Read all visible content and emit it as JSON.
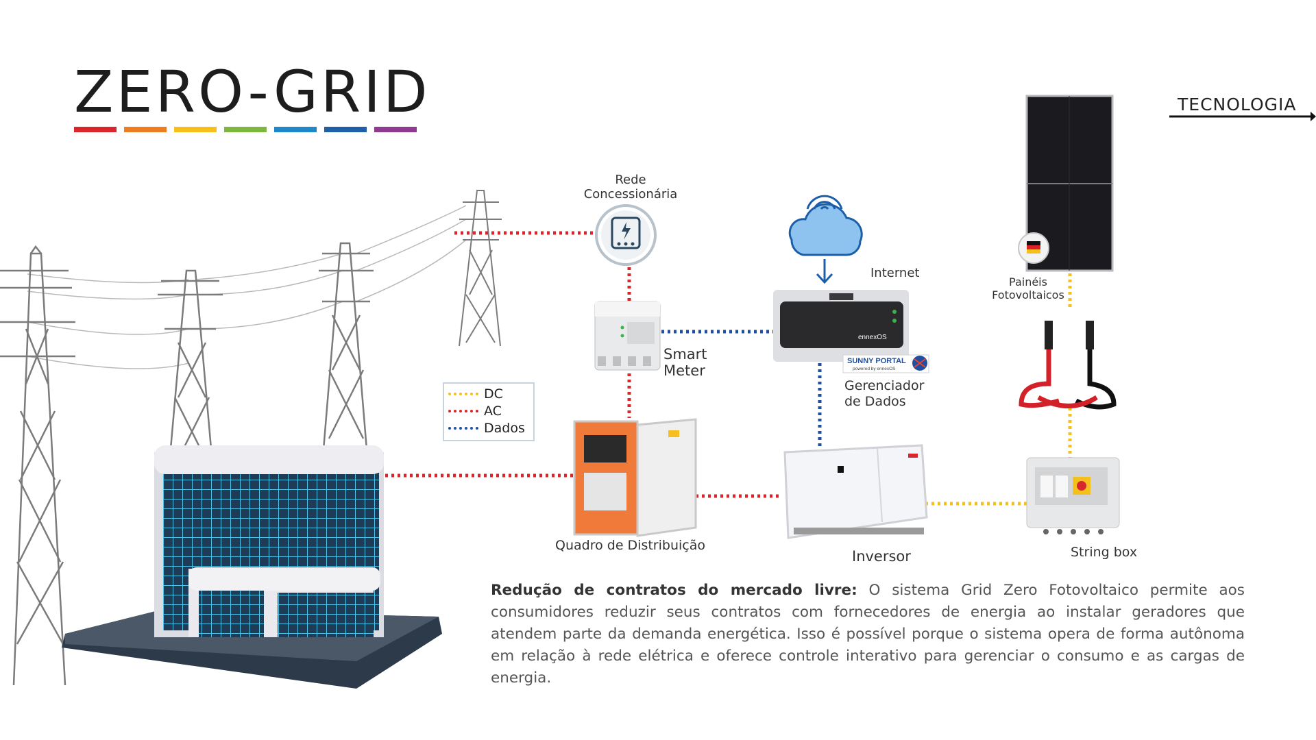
{
  "header": {
    "title": "ZERO-GRID",
    "bar_colors": [
      "#d9262c",
      "#ec7d22",
      "#f5c01e",
      "#7cb73f",
      "#1e88c9",
      "#1f5fa8",
      "#8e3b8f"
    ],
    "section_label": "TECNOLOGIA"
  },
  "components": {
    "rede": "Rede\nConcessionária",
    "smart_meter": "Smart\nMeter",
    "internet": "Internet",
    "gerenciador": "Gerenciador\nde Dados",
    "gerenciador_brand": "ennexOS",
    "sunny_portal": "SUNNY PORTAL",
    "sunny_portal_sub": "powered by ennexOS",
    "paineis": "Painéis\nFotovoltaicos",
    "quadro": "Quadro de Distribuição",
    "inversor": "Inversor",
    "string_box": "String box"
  },
  "legend": {
    "items": [
      {
        "label": "DC",
        "color": "#f5c01e"
      },
      {
        "label": "AC",
        "color": "#d9262c"
      },
      {
        "label": "Dados",
        "color": "#1f4fa0"
      }
    ]
  },
  "description": {
    "bold": "Redução de contratos do mercado livre:",
    "text": " O sistema Grid Zero Fotovoltaico permite aos consumidores reduzir seus contratos com fornecedores de energia ao instalar geradores que atendem parte da demanda energética. Isso é possível porque o sistema opera de forma autônoma em relação à rede elétrica e oferece controle interativo para gerenciar o consumo e as cargas de energia."
  }
}
